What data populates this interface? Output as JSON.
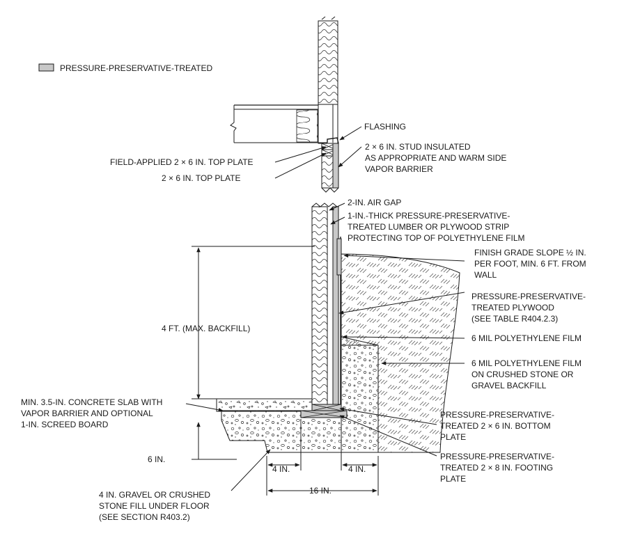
{
  "legend": {
    "label": "PRESSURE-PRESERVATIVE-TREATED",
    "swatch_color": "#c8c8c8"
  },
  "labels": {
    "flashing": [
      "FLASHING"
    ],
    "field_top_plate": [
      "FIELD-APPLIED 2 × 6 IN. TOP PLATE"
    ],
    "top_plate": [
      "2 × 6 IN. TOP PLATE"
    ],
    "stud": [
      "2 × 6 IN. STUD INSULATED",
      "AS APPROPRIATE AND WARM SIDE",
      "VAPOR BARRIER"
    ],
    "air_gap": [
      "2-IN. AIR GAP"
    ],
    "strip": [
      "1-IN.-THICK PRESSURE-PRESERVATIVE-",
      "TREATED LUMBER OR PLYWOOD STRIP",
      "PROTECTING TOP OF POLYETHYLENE FILM"
    ],
    "finish_grade": [
      "FINISH GRADE SLOPE ½ IN.",
      "PER FOOT, MIN. 6 FT. FROM",
      "WALL"
    ],
    "plywood": [
      "PRESSURE-PRESERVATIVE-",
      "TREATED PLYWOOD",
      "(SEE TABLE R404.2.3)"
    ],
    "poly_film": [
      "6 MIL POLYETHYLENE FILM"
    ],
    "poly_crushed": [
      "6 MIL POLYETHYLENE FILM",
      "ON CRUSHED STONE OR",
      "GRAVEL BACKFILL"
    ],
    "backfill": [
      "4 FT. (MAX. BACKFILL)"
    ],
    "slab": [
      "MIN. 3.5-IN. CONCRETE SLAB WITH",
      "VAPOR BARRIER AND OPTIONAL",
      "1-IN. SCREED BOARD"
    ],
    "bottom_plate": [
      "PRESSURE-PRESERVATIVE-",
      "TREATED 2 × 6 IN. BOTTOM",
      "PLATE"
    ],
    "footing_plate": [
      "PRESSURE-PRESERVATIVE-",
      "TREATED 2 × 8 IN. FOOTING",
      "PLATE"
    ],
    "six_in": [
      "6 IN."
    ],
    "four_in_left": [
      "4 IN."
    ],
    "four_in_right": [
      "4 IN."
    ],
    "sixteen_in": [
      "16 IN."
    ],
    "gravel": [
      "4 IN. GRAVEL OR CRUSHED",
      "STONE FILL UNDER FLOOR",
      "(SEE SECTION R403.2)"
    ]
  }
}
